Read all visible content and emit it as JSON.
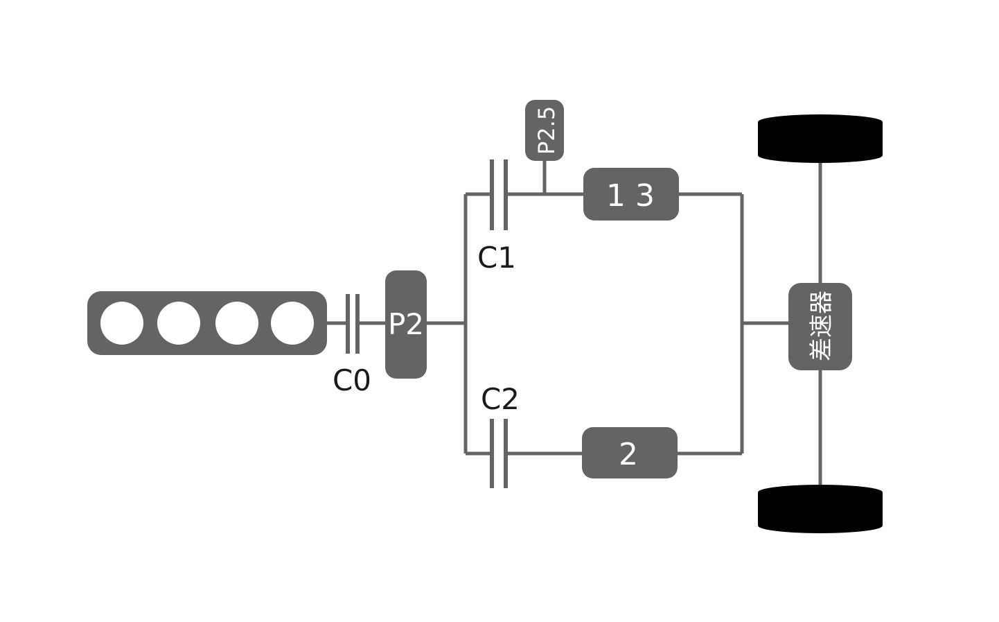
{
  "diagram": {
    "engine": {
      "cylinders": 4
    },
    "clutches": {
      "c0": "C0",
      "c1": "C1",
      "c2": "C2"
    },
    "motors": {
      "p2": "P2",
      "p25": "P2.5"
    },
    "gear_sets": {
      "odd": "1 3",
      "even": "2"
    },
    "differential": "差速器",
    "colors": {
      "component_fill": "#646464",
      "line": "#646464",
      "wheel": "#000000",
      "cylinder": "#ffffff"
    }
  }
}
